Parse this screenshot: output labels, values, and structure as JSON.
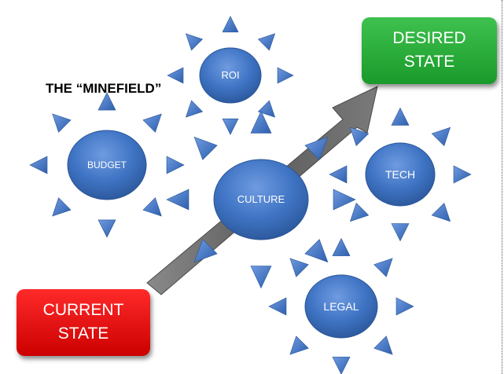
{
  "title": "THE “MINEFIELD”",
  "start_box": {
    "line1": "CURRENT",
    "line2": "STATE",
    "color": "#ee1111"
  },
  "end_box": {
    "line1": "DESIRED",
    "line2": "STATE",
    "color": "#22aa33"
  },
  "mines": [
    {
      "id": "roi",
      "label": "ROI"
    },
    {
      "id": "budget",
      "label": "BUDGET"
    },
    {
      "id": "culture",
      "label": "CULTURE"
    },
    {
      "id": "tech",
      "label": "TECH"
    },
    {
      "id": "legal",
      "label": "LEGAL"
    }
  ],
  "colors": {
    "mine_fill": "#3f74c4",
    "mine_dark": "#2a5597",
    "arrow": "#6b6b6b"
  }
}
